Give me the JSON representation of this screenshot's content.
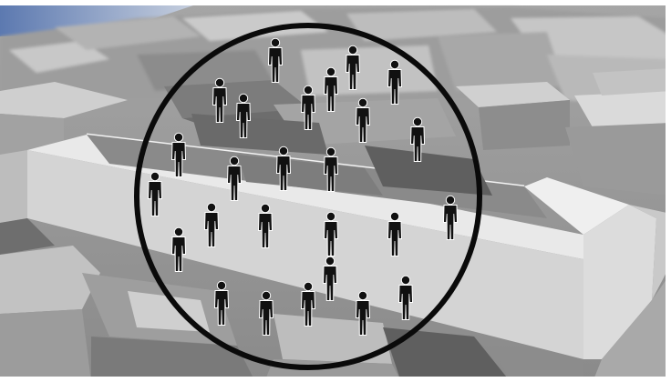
{
  "scene": {
    "description_icon": "city-3d-render",
    "colors": {
      "sky": "#6d86b3",
      "ground": "#8f8f8f",
      "building_light": "#d9d9d9",
      "building_mid": "#b5b5b5",
      "building_dark": "#7b7b7b",
      "shadow": "#5e5e5e",
      "circle_stroke": "#0a0a0a",
      "person_fill": "#111111",
      "person_outline": "#ffffff"
    }
  },
  "overlay": {
    "shape": "circle-outline",
    "person_icon": "person-icon",
    "person_count": 26
  }
}
